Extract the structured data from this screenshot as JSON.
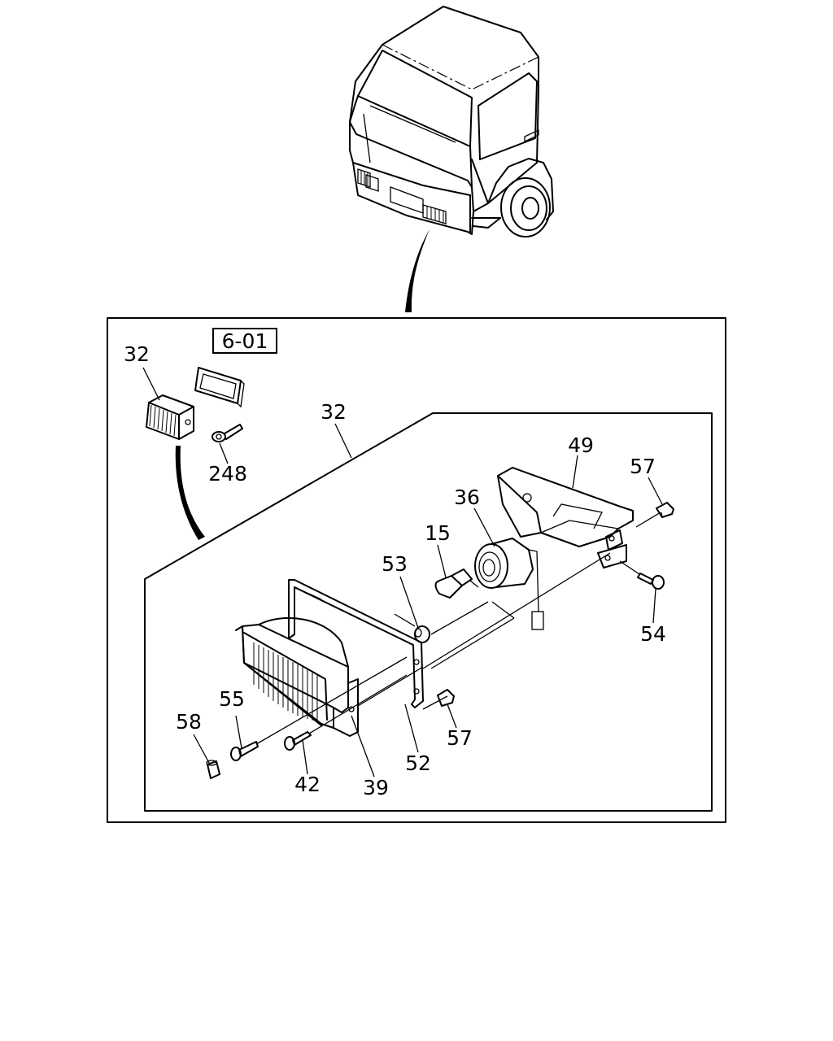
{
  "diagram": {
    "reference_box": "6-01",
    "callouts": [
      "32",
      "248",
      "32",
      "49",
      "57",
      "36",
      "15",
      "53",
      "54",
      "55",
      "58",
      "57",
      "42",
      "39",
      "52"
    ]
  }
}
